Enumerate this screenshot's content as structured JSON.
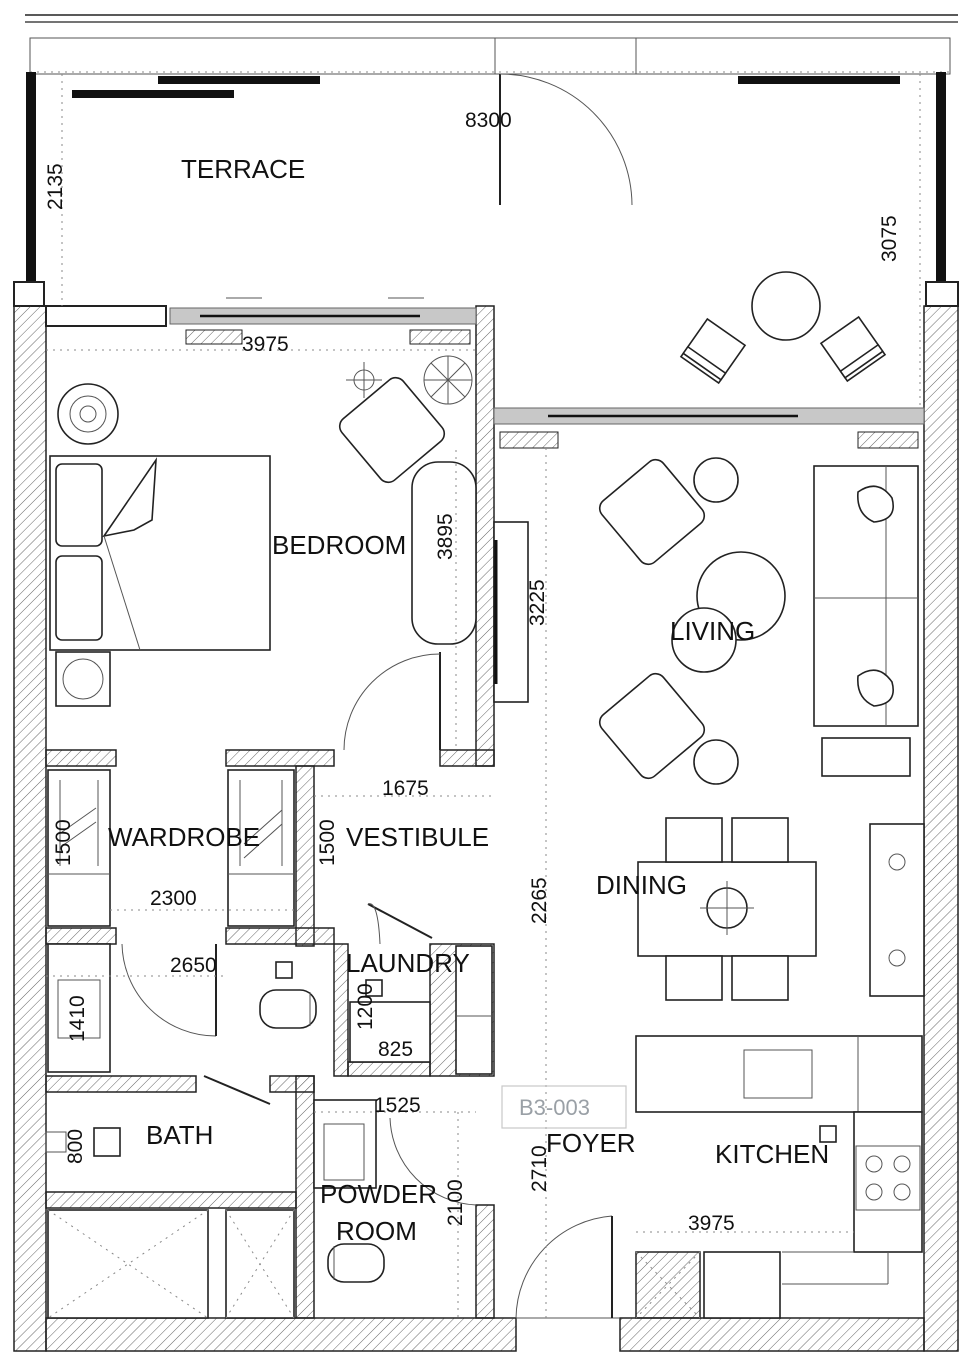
{
  "rooms": {
    "terrace": "TERRACE",
    "bedroom": "BEDROOM",
    "living": "LIVING",
    "wardrobe": "WARDROBE",
    "vestibule": "VESTIBULE",
    "dining": "DINING",
    "laundry": "LAUNDRY",
    "bath": "BATH",
    "foyer": "FOYER",
    "kitchen": "KITCHEN",
    "powder_room_line1": "POWDER",
    "powder_room_line2": "ROOM"
  },
  "unit_code": "B3-003",
  "dimensions": {
    "terrace_width": "8300",
    "terrace_depth_left": "2135",
    "terrace_depth_right": "3075",
    "bedroom_width": "3975",
    "bedroom_depth": "3895",
    "living_depth": "3225",
    "vestibule_width": "1675",
    "wardrobe_depth_left": "1500",
    "wardrobe_depth_right": "1500",
    "wardrobe_width": "2300",
    "bath_width": "2650",
    "dining_depth": "2265",
    "bath_sink_depth": "1410",
    "laundry_depth": "1200",
    "laundry_width": "825",
    "powder_width": "1525",
    "bath_vanity_depth": "800",
    "foyer_depth": "2710",
    "powder_depth": "2100",
    "kitchen_width": "3975"
  },
  "colors": {
    "line": "#222222",
    "glass": "#c8c8c8",
    "code_text": "#9aa0a6"
  }
}
